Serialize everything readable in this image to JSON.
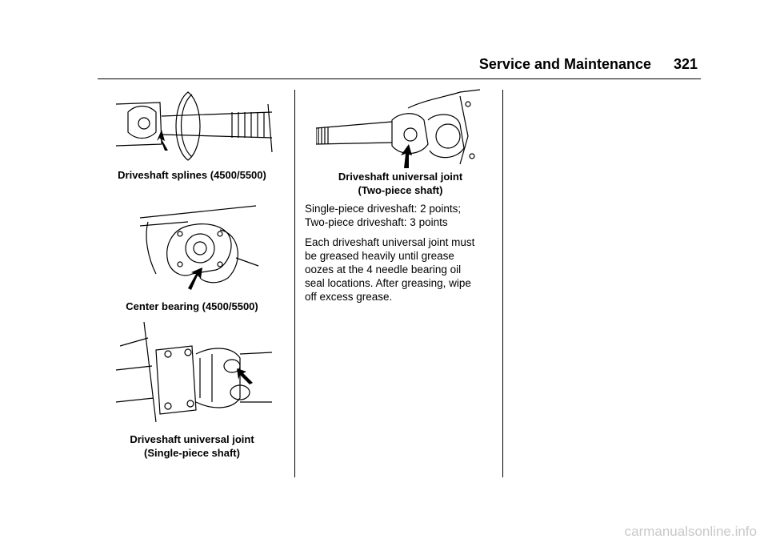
{
  "header": {
    "section_title": "Service and Maintenance",
    "page_number": "321"
  },
  "figures": [
    {
      "caption": "Driveshaft splines (4500/5500)"
    },
    {
      "caption": "Center bearing (4500/5500)"
    },
    {
      "caption_line1": "Driveshaft universal joint",
      "caption_line2": "(Single-piece shaft)"
    },
    {
      "caption_line1": "Driveshaft universal joint",
      "caption_line2": "(Two-piece shaft)"
    }
  ],
  "body": {
    "para1_line1": "Single-piece driveshaft: 2 points;",
    "para1_line2": "Two-piece driveshaft: 3 points",
    "para2_lines": [
      "Each driveshaft universal joint must",
      "be greased heavily until grease",
      "oozes at the 4 needle bearing oil",
      "seal locations. After greasing, wipe",
      "off excess grease."
    ]
  },
  "footer": {
    "watermark": "carmanualsonline.info"
  }
}
